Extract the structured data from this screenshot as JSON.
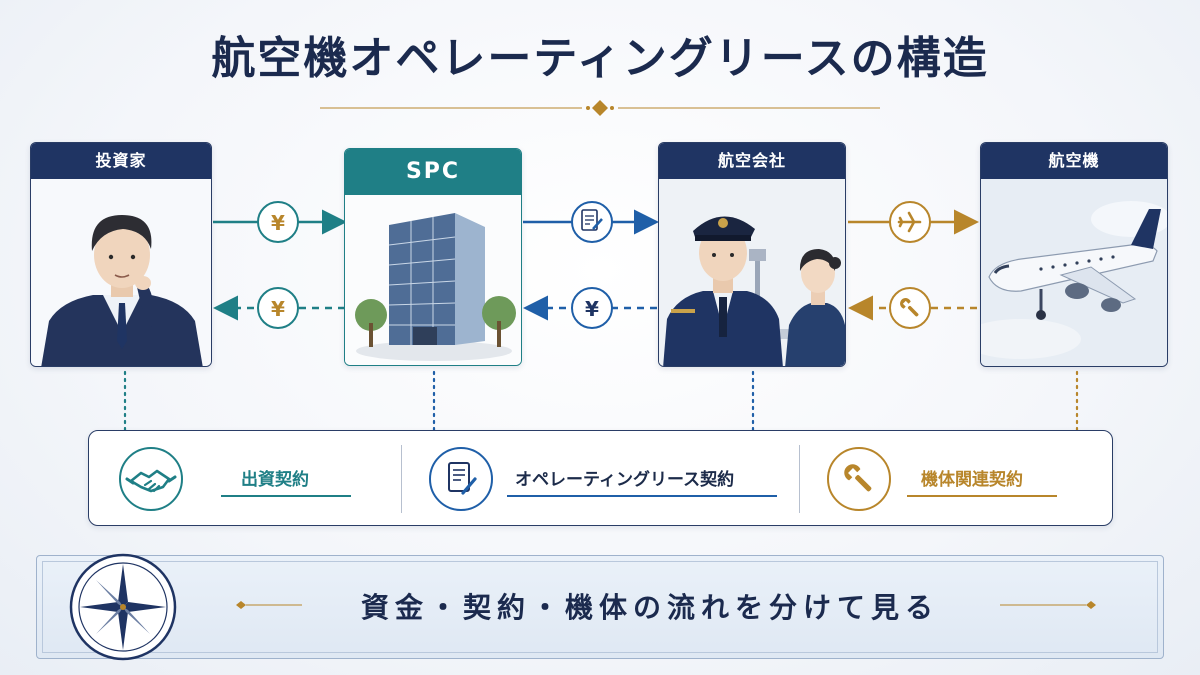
{
  "title": "航空機オペレーティングリースの構造",
  "parties": {
    "investor": {
      "label": "投資家"
    },
    "spc": {
      "label": "SPC"
    },
    "airline": {
      "label": "航空会社"
    },
    "aircraft": {
      "label": "航空機"
    }
  },
  "flows": {
    "investor_to_spc": {
      "symbol": "¥"
    },
    "spc_to_investor": {
      "symbol": "¥"
    },
    "spc_to_airline": {
      "icon": "document-pen-icon"
    },
    "airline_to_spc": {
      "symbol": "¥"
    },
    "airline_to_aircraft": {
      "icon": "airplane-icon"
    },
    "aircraft_to_airline": {
      "icon": "wrench-icon"
    }
  },
  "contracts": [
    {
      "label": "出資契約",
      "icon": "handshake-icon",
      "color": "#1f7f86"
    },
    {
      "label": "オペレーティングリース契約",
      "icon": "document-pen-icon",
      "color": "#1f5fa8"
    },
    {
      "label": "機体関連契約",
      "icon": "wrench-icon",
      "color": "#b8862b"
    }
  ],
  "banner": {
    "text": "資金・契約・機体の流れを分けて見る"
  },
  "colors": {
    "navy": "#1f3463",
    "teal": "#1f7f86",
    "blue": "#1f5fa8",
    "gold": "#b8862b"
  }
}
